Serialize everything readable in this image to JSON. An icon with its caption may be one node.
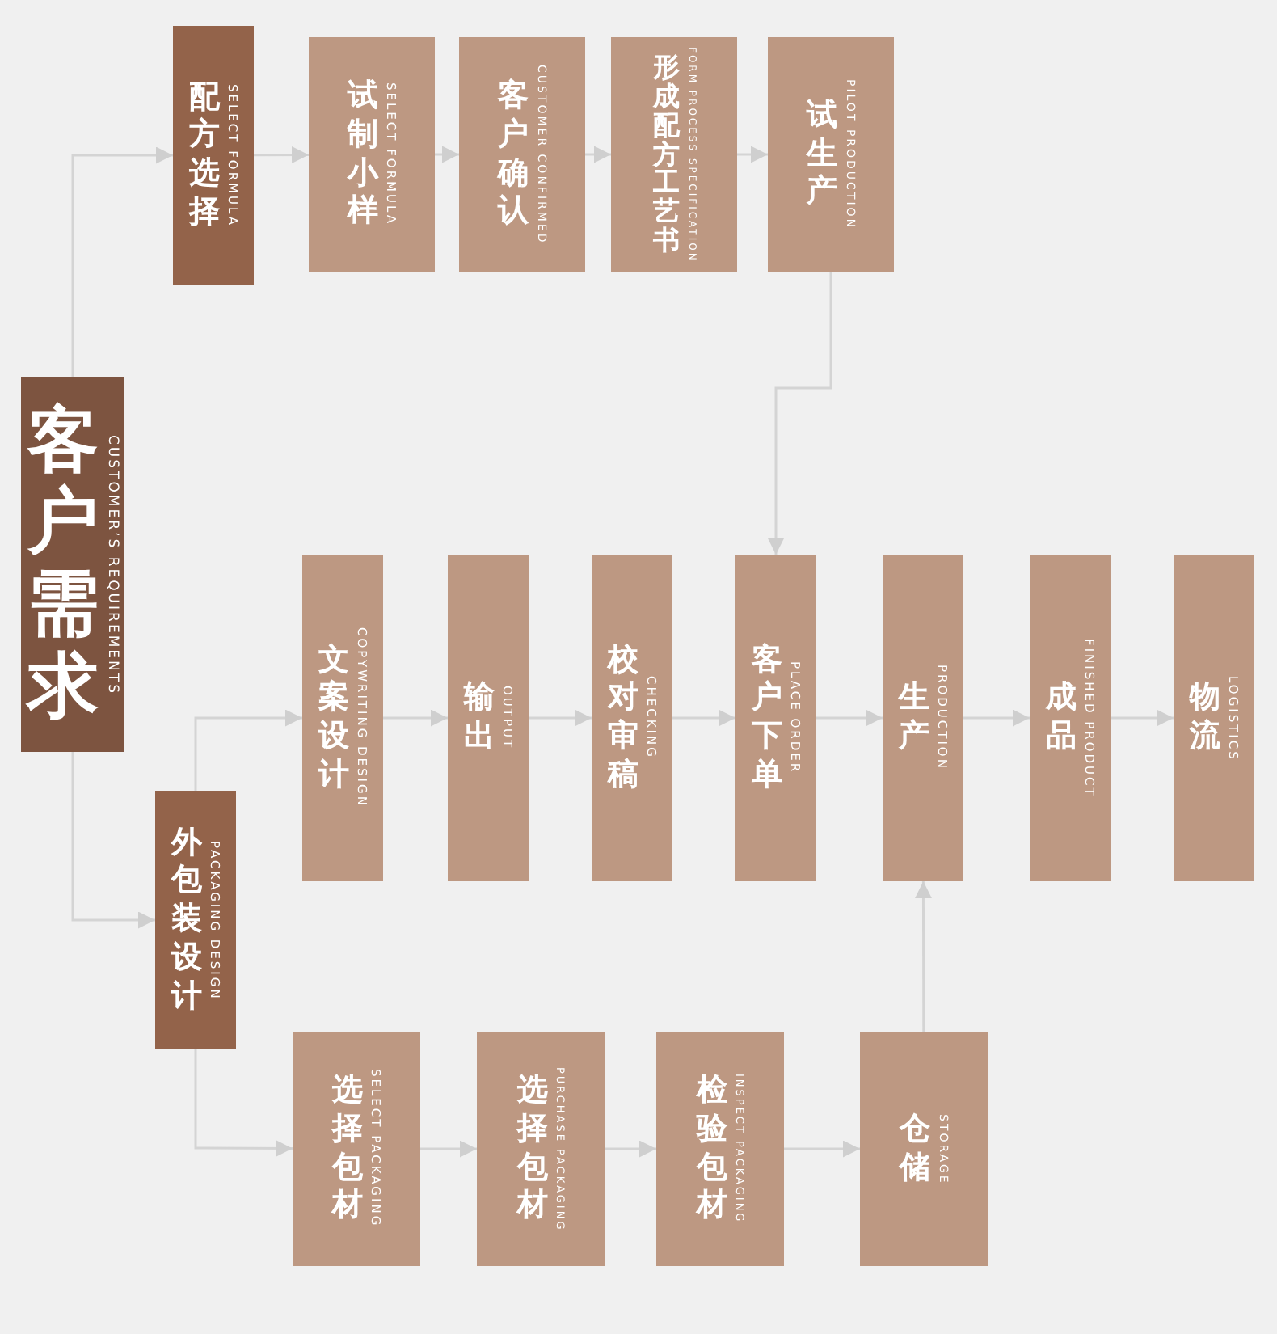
{
  "diagram": {
    "nodes": [
      {
        "text": [
          "客户需求",
          "CUSTOMER’S REQUIREMENTS"
        ]
      },
      {
        "text": [
          "配方选择",
          "SELECT FORMULA"
        ]
      },
      {
        "text": [
          "试制小样",
          "SELECT FORMULA"
        ]
      },
      {
        "text": [
          "客户确认",
          "CUSTOMER CONFIRMED"
        ]
      },
      {
        "text": [
          "形成配方工艺书",
          "FORM PROCESS SPECIFICATION"
        ]
      },
      {
        "text": [
          "试生产",
          "PILOT PRODUCTION"
        ]
      },
      {
        "text": [
          "外包装设计",
          "PACKAGING DESIGN"
        ]
      },
      {
        "text": [
          "文案设计",
          "COPYWRITING DESIGN"
        ]
      },
      {
        "text": [
          "输出",
          "OUTPUT"
        ]
      },
      {
        "text": [
          "校对审稿",
          "CHECKING"
        ]
      },
      {
        "text": [
          "客户下单",
          "PLACE ORDER"
        ]
      },
      {
        "text": [
          "生产",
          "PRODUCTION"
        ]
      },
      {
        "text": [
          "成品",
          "FINISHED PRODUCT"
        ]
      },
      {
        "text": [
          "物流",
          "LOGISTICS"
        ]
      },
      {
        "text": [
          "选择包材",
          "SELECT PACKAGING"
        ]
      },
      {
        "text": [
          "选择包材",
          "PURCHASE PACKAGING"
        ]
      },
      {
        "text": [
          "检验包材",
          "INSPECT PACKAGING"
        ]
      },
      {
        "text": [
          "仓储",
          "STORAGE"
        ]
      }
    ],
    "edges": [
      {
        "from": 0,
        "to": 1,
        "arrow": "to"
      },
      {
        "from": 0,
        "to": 6,
        "arrow": "to"
      },
      {
        "from": 1,
        "to": 2,
        "arrow": "to"
      },
      {
        "from": 2,
        "to": 3,
        "arrow": "to"
      },
      {
        "from": 3,
        "to": 4,
        "arrow": "to"
      },
      {
        "from": 4,
        "to": 5,
        "arrow": "to"
      },
      {
        "from": 5,
        "to": 10,
        "arrow": "to"
      },
      {
        "from": 6,
        "to": 7,
        "arrow": "to"
      },
      {
        "from": 7,
        "to": 8,
        "arrow": "to"
      },
      {
        "from": 8,
        "to": 9,
        "arrow": "to"
      },
      {
        "from": 9,
        "to": 10,
        "arrow": "to"
      },
      {
        "from": 10,
        "to": 11,
        "arrow": "to"
      },
      {
        "from": 11,
        "to": 12,
        "arrow": "to"
      },
      {
        "from": 12,
        "to": 13,
        "arrow": "to"
      },
      {
        "from": 6,
        "to": 14,
        "arrow": "to"
      },
      {
        "from": 14,
        "to": 15,
        "arrow": "to"
      },
      {
        "from": 15,
        "to": 16,
        "arrow": "to"
      },
      {
        "from": 16,
        "to": 17,
        "arrow": "to"
      },
      {
        "from": 17,
        "to": 11,
        "arrow": "to"
      }
    ]
  }
}
